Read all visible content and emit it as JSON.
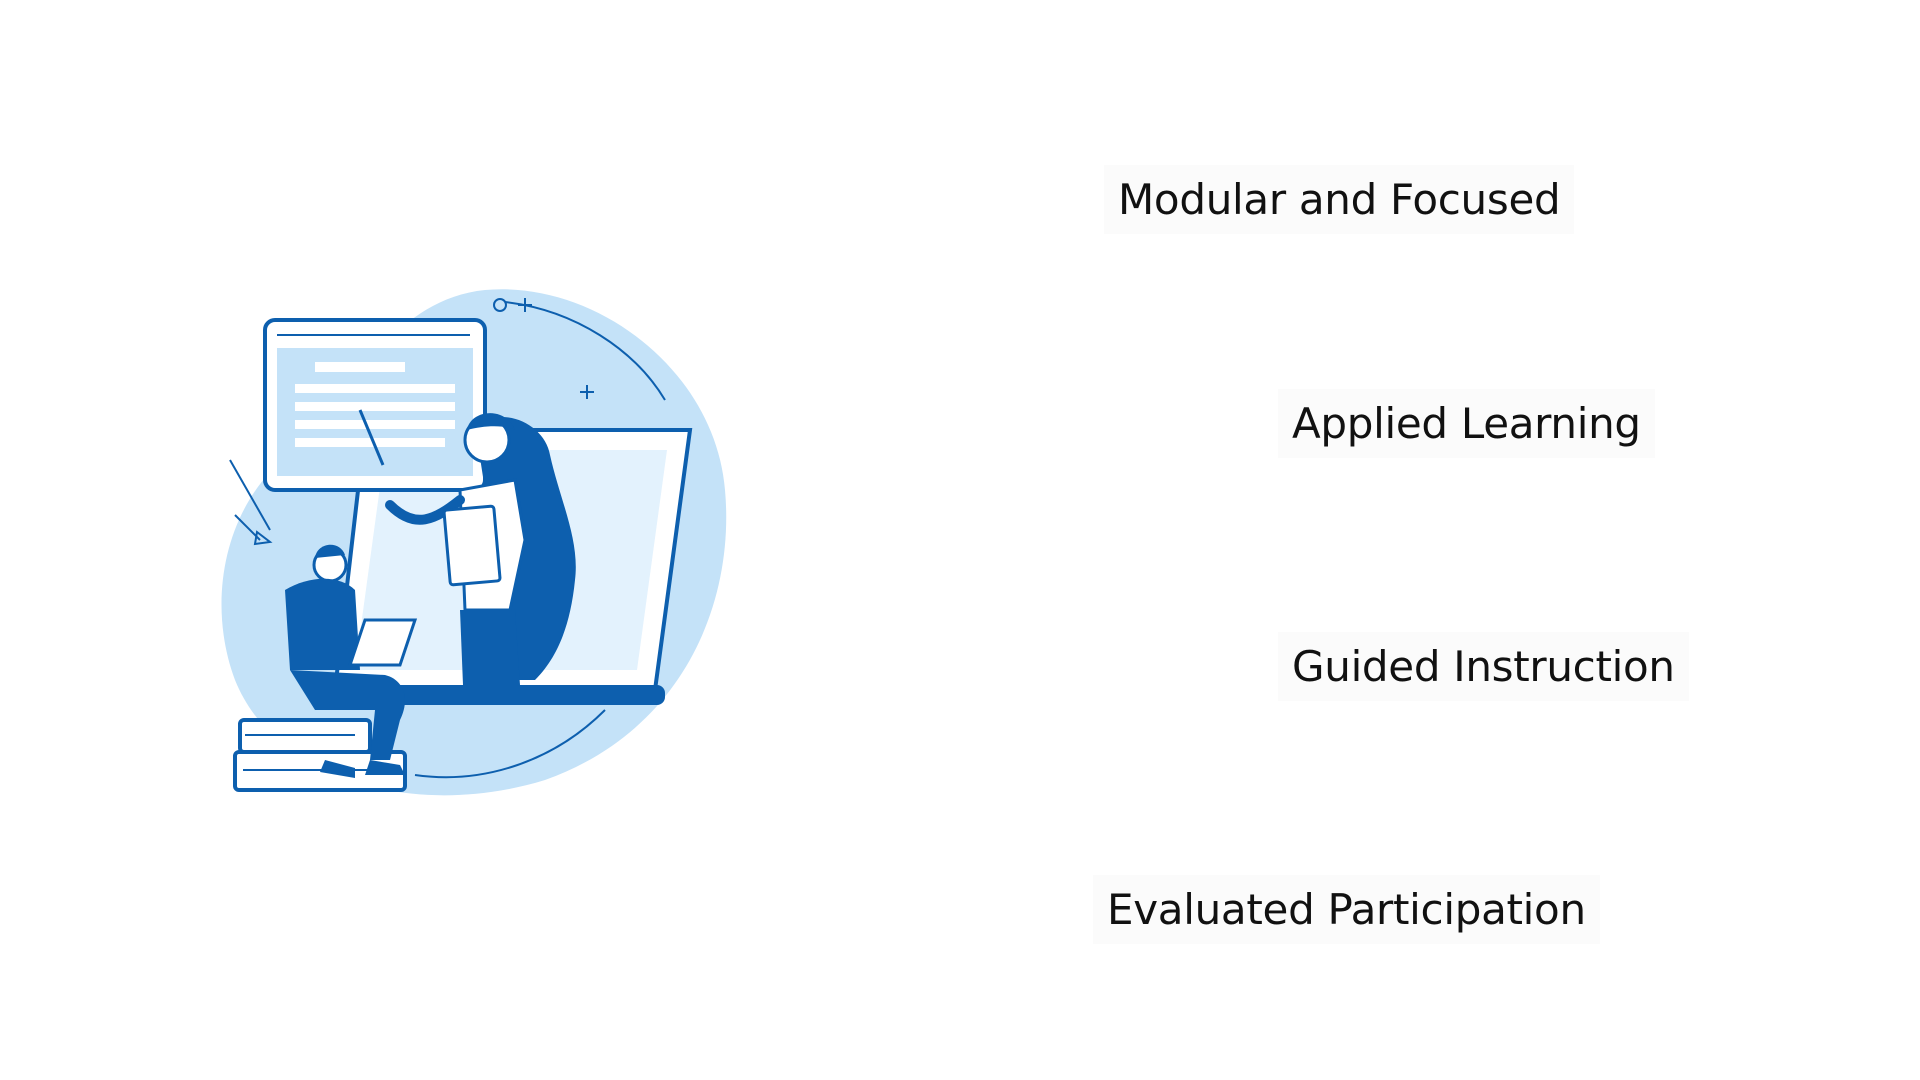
{
  "features": [
    {
      "label": "Modular and Focused"
    },
    {
      "label": "Applied Learning"
    },
    {
      "label": "Guided Instruction"
    },
    {
      "label": "Evaluated Participation"
    }
  ],
  "illustration": {
    "icon": "online-learning-illustration",
    "colors": {
      "primary": "#0d5fae",
      "light": "#c4e2f8",
      "lighter": "#e3f2fd",
      "stroke": "#0d5fae"
    }
  }
}
